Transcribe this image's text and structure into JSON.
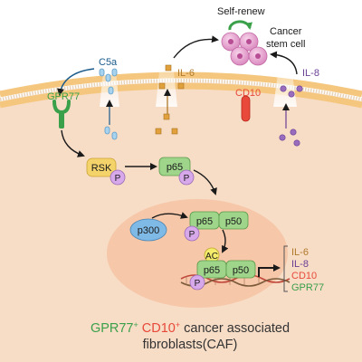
{
  "colors": {
    "outside_bg": "#ffffff",
    "cell_body": "#f7dcc6",
    "membrane_head": "#f5c77e",
    "membrane_tail": "#e8d3b8",
    "nucleus": "#f6c7a8",
    "arrow": "#1a1a1a",
    "p65_p50": "#9ed58a",
    "rsk": "#f4d36a",
    "phospho_p": "#d7a9ea",
    "p300": "#7fb9e6",
    "ac": "#f6ec6b",
    "c5a": "#a8d3ef",
    "il6": "#e0a13c",
    "il8": "#9a6cbd",
    "cd10": "#e8493a",
    "gpr77": "#3aa04a",
    "stem_cell": "#e9a9d2"
  },
  "labels": {
    "self_renew": "Self-renew",
    "cancer_stem_cell_line1": "Cancer",
    "cancer_stem_cell_line2": "stem cell",
    "c5a": "C5a",
    "il6": "IL-6",
    "il8": "IL-8",
    "gpr77": "GPR77",
    "cd10": "CD10",
    "rsk": "RSK",
    "p": "P",
    "p65": "p65",
    "p50": "p50",
    "p300": "p300",
    "ac": "AC"
  },
  "target_genes": [
    "IL-6",
    "IL-8",
    "CD10",
    "GPR77"
  ],
  "caption": {
    "gpr77": "GPR77",
    "plus1": "+",
    "cd10": "CD10",
    "plus2": "+",
    "rest_line1": " cancer associated",
    "line2": "fibroblasts(CAF)"
  },
  "icons": [
    "cycle-arrow-icon",
    "receptor-icon",
    "dna-helix-icon",
    "promoter-arrow-icon"
  ]
}
